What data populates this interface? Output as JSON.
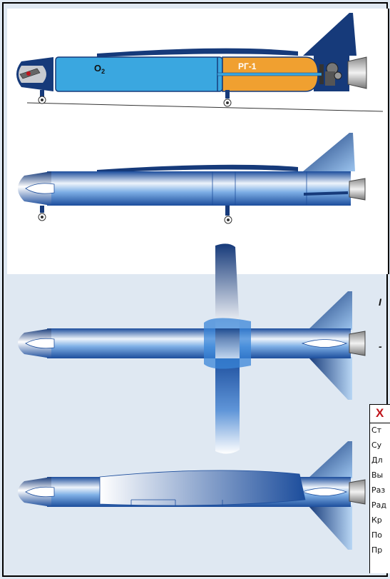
{
  "view1": {
    "o2_label_main": "O",
    "o2_label_sub": "2",
    "fuel_label": "РГ-1"
  },
  "colors": {
    "oxidizer_tank": "#3aa7e0",
    "fuel_tank": "#f0a030",
    "navy": "#163a7a",
    "steel_light": "#eef4fb",
    "steel_dark": "#1c4d9c",
    "background": "#dfe8f2",
    "title_red": "#c0141b"
  },
  "specs": {
    "title": "Х",
    "rows": [
      "Ст",
      "Су",
      "Дл",
      "Вы",
      "Раз",
      "Рад",
      "Кр",
      "По",
      "Пр"
    ]
  },
  "side_text": {
    "marker_a": "I",
    "marker_b": "-"
  }
}
